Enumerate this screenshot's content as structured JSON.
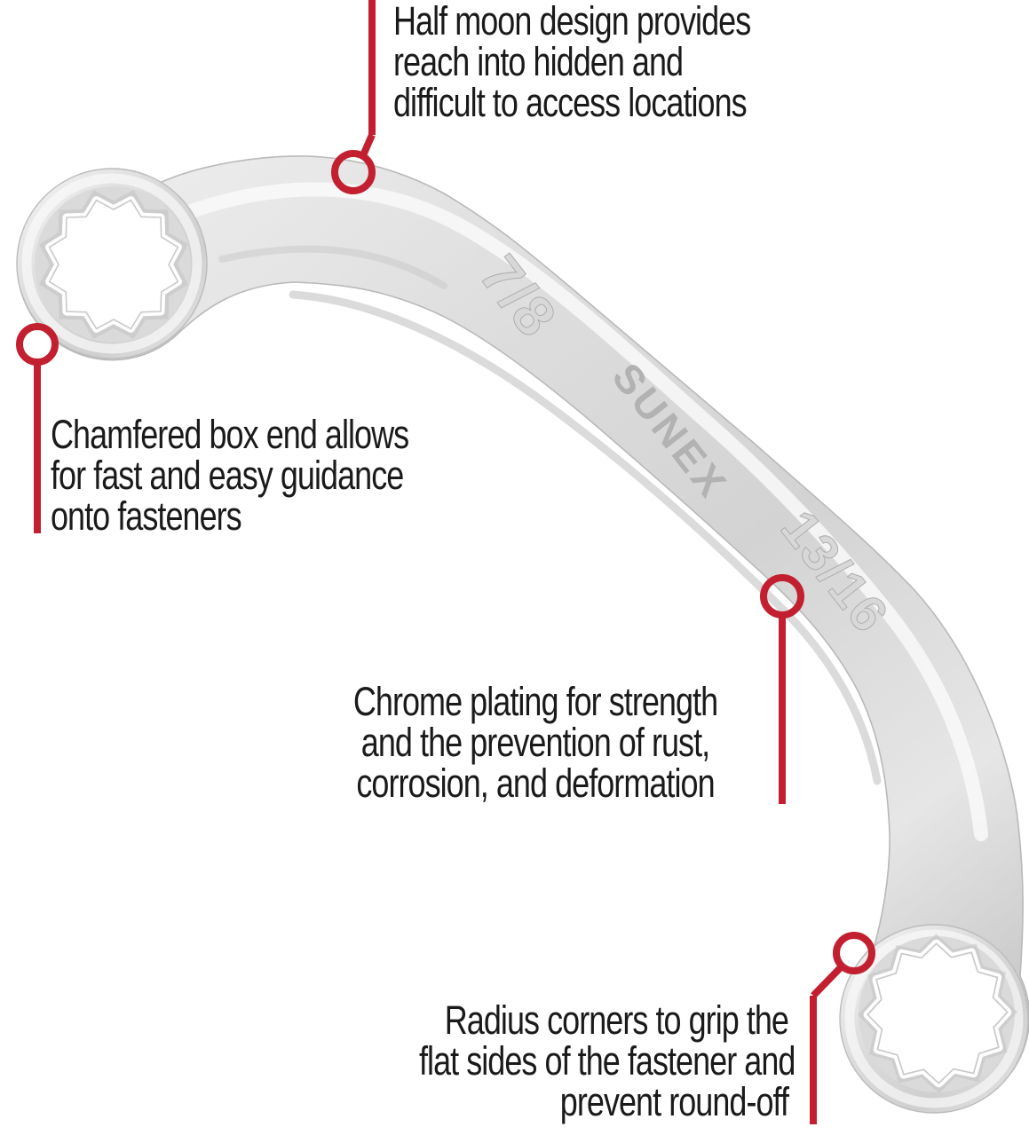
{
  "colors": {
    "accent_red": "#c21f30",
    "text_color": "#1a1a1a",
    "chrome_light": "#f4f4f4",
    "chrome_mid": "#d7d7d7",
    "chrome_dark": "#b8b8b8"
  },
  "wrench": {
    "markings": [
      {
        "name": "size-top",
        "text": "7/8"
      },
      {
        "name": "brand",
        "text": "SUNEX"
      },
      {
        "name": "size-bottom",
        "text": "13/16"
      }
    ]
  },
  "callouts": [
    {
      "id": "half-moon",
      "lines": [
        "Half moon design provides",
        "reach into hidden and",
        "difficult to access locations"
      ]
    },
    {
      "id": "chamfered",
      "lines": [
        "Chamfered box end allows",
        "for fast and easy guidance",
        "onto fasteners"
      ]
    },
    {
      "id": "chrome",
      "lines": [
        "Chrome plating for strength",
        "and the prevention of rust,",
        "corrosion, and deformation"
      ]
    },
    {
      "id": "radius",
      "lines": [
        "Radius corners to grip the",
        "flat sides of the fastener and",
        "prevent round-off"
      ]
    }
  ]
}
